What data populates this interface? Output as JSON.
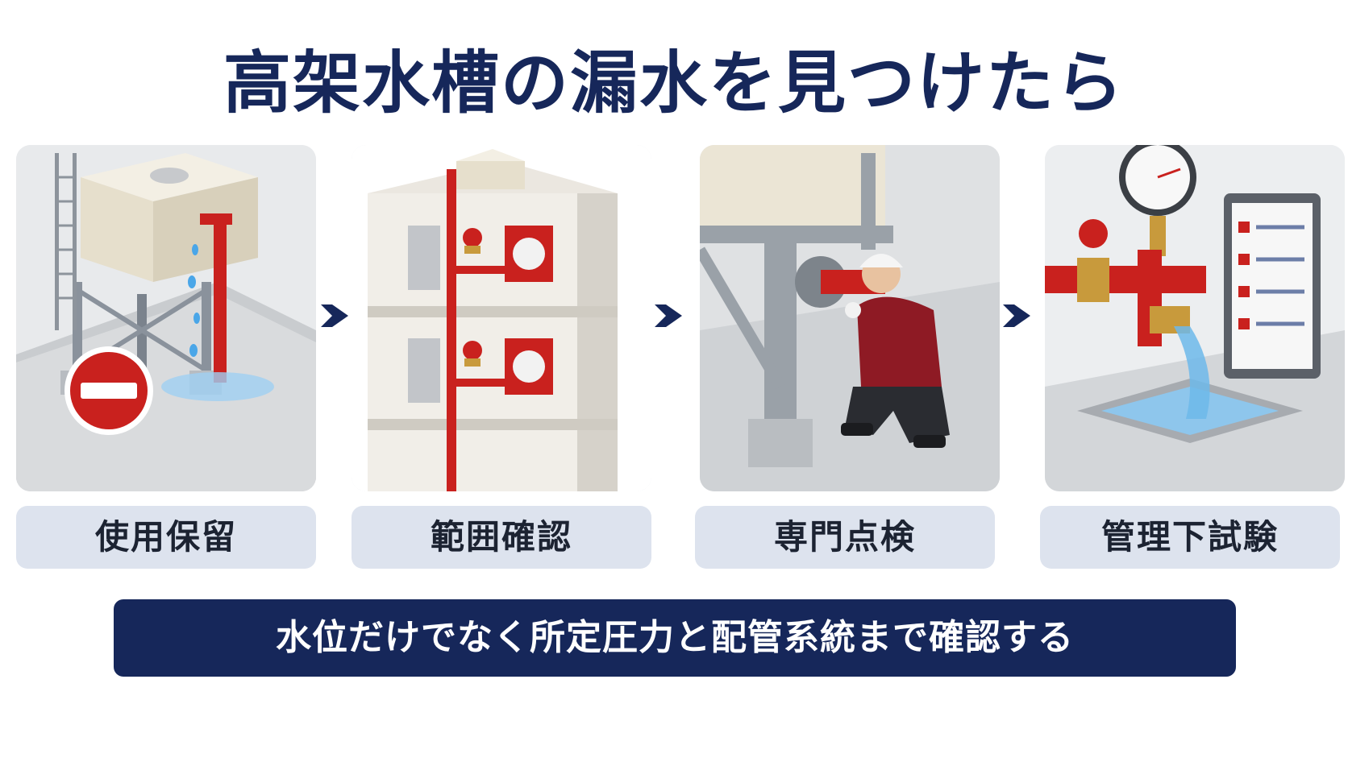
{
  "title": "高架水槽の漏水を見つけたら",
  "steps": [
    {
      "label": "使用保留",
      "illustration": "stop-sign-leaking-tank"
    },
    {
      "label": "範囲確認",
      "illustration": "building-cutaway-hydrant-piping"
    },
    {
      "label": "専門点検",
      "illustration": "worker-inspecting-flange"
    },
    {
      "label": "管理下試験",
      "illustration": "pressure-gauge-test-checklist"
    }
  ],
  "banner": "水位だけでなく所定圧力と配管系統まで確認する",
  "colors": {
    "navy": "#16275a",
    "label_bg": "#dde3ee",
    "pipe_red": "#c9211e",
    "tank_cream": "#ece6d6",
    "water_blue": "#4aa6e8"
  }
}
